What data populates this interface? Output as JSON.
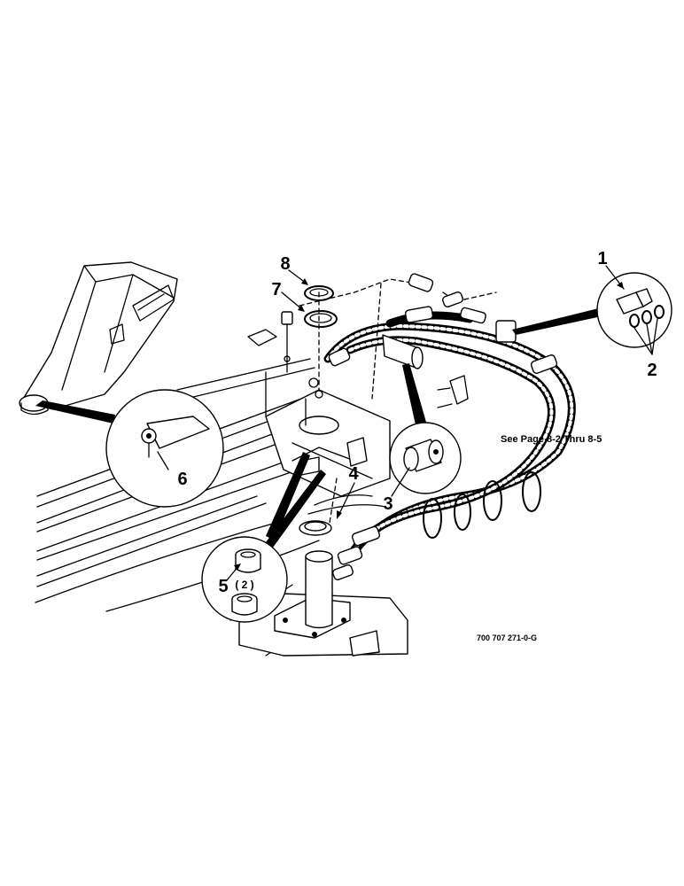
{
  "callouts": {
    "c1": "1",
    "c2": "2",
    "c3": "3",
    "c4": "4",
    "c5": "5",
    "c5_qty": "( 2 )",
    "c6": "6",
    "c7": "7",
    "c8": "8"
  },
  "note": "See Page 8-2 Thru 8-5",
  "part_number": "700 707 271-0-G"
}
